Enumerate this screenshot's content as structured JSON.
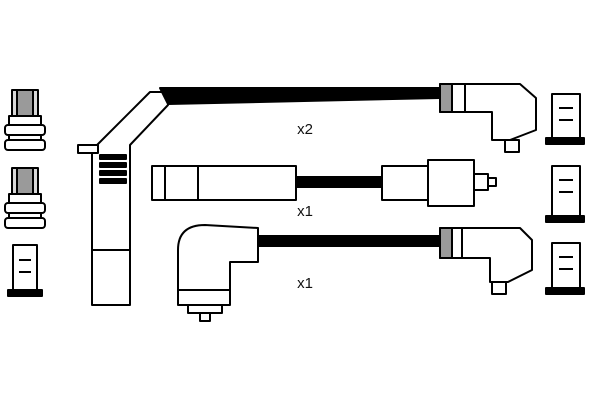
{
  "colors": {
    "ink": "#000000",
    "background": "#ffffff",
    "shade": "#9a9a9a",
    "light": "#d8d8d8"
  },
  "quantities": {
    "top_lead": "x2",
    "middle_lead": "x1",
    "bottom_lead": "x1"
  }
}
